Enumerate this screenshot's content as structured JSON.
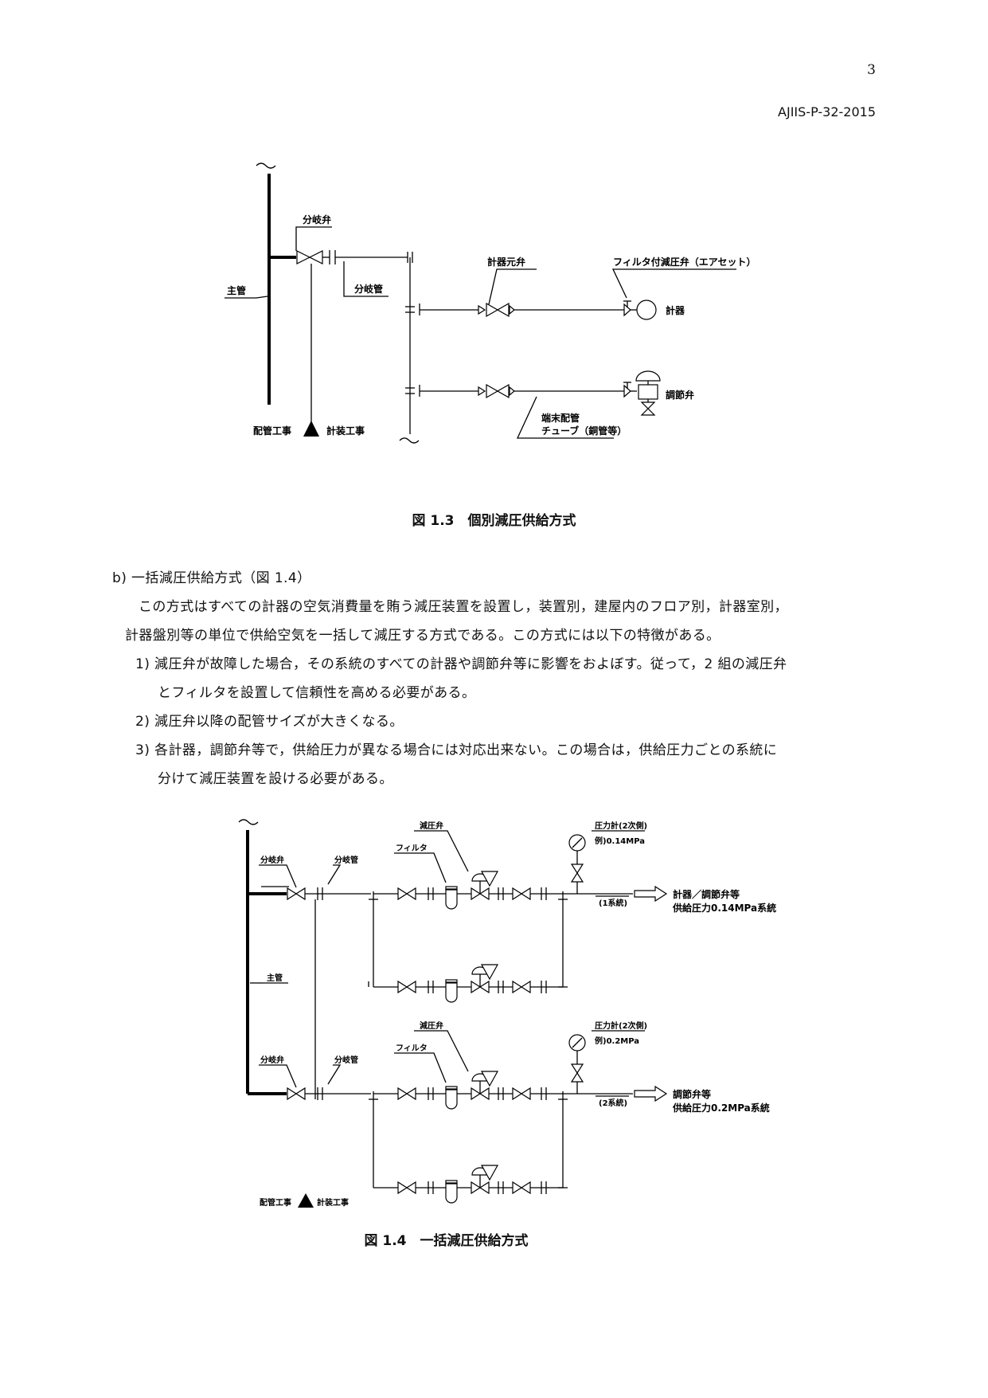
{
  "page_number": "3",
  "doc_id": "AJIIS-P-32-2015",
  "fig13": {
    "caption": "図 1.3　個別減圧供給方式",
    "labels": {
      "branch_valve": "分岐弁",
      "main_pipe": "主管",
      "branch_pipe": "分岐管",
      "instrument_root_valve": "計器元弁",
      "filter_regulator": "フィルタ付減圧弁（エアセット）",
      "instrument": "計器",
      "control_valve": "調節弁",
      "terminal_piping_1": "端末配管",
      "terminal_piping_2": "チューブ（銅管等）",
      "piping_work": "配管工事",
      "instrumentation_work": "計装工事"
    }
  },
  "section_b": {
    "heading": "b)  一括減圧供給方式（図 1.4）",
    "para_line1": "この方式はすべての計器の空気消費量を賄う減圧装置を設置し，装置別，建屋内のフロア別，計器室別，",
    "para_line2": "計器盤別等の単位で供給空気を一括して減圧する方式である。この方式には以下の特徴がある。",
    "item1_line1": "1)  減圧弁が故障した場合，その系統のすべての計器や調節弁等に影響をおよぼす。従って，2 組の減圧弁",
    "item1_line2": "とフィルタを設置して信頼性を高める必要がある。",
    "item2": "2)  減圧弁以降の配管サイズが大きくなる。",
    "item3_line1": "3)  各計器，調節弁等で，供給圧力が異なる場合には対応出来ない。この場合は，供給圧力ごとの系統に",
    "item3_line2": "分けて減圧装置を設ける必要がある。"
  },
  "fig14": {
    "caption": "図 1.4　一括減圧供給方式",
    "labels": {
      "branch_valve_1": "分岐弁",
      "branch_pipe_1": "分岐管",
      "pressure_reducing_valve_1": "減圧弁",
      "filter_1": "フィルタ",
      "pressure_gauge_1": "圧力計(2次側)",
      "pressure_example_1": "例)0.14MPa",
      "system_1": "(1系統)",
      "dest_1a": "計器／調節弁等",
      "dest_1b": "供給圧力0.14MPa系統",
      "main_pipe": "主管",
      "branch_valve_2": "分岐弁",
      "branch_pipe_2": "分岐管",
      "pressure_reducing_valve_2": "減圧弁",
      "filter_2": "フィルタ",
      "pressure_gauge_2": "圧力計(2次側)",
      "pressure_example_2": "例)0.2MPa",
      "system_2": "(2系統)",
      "dest_2a": "調節弁等",
      "dest_2b": "供給圧力0.2MPa系統",
      "piping_work": "配管工事",
      "instrumentation_work": "計装工事"
    }
  }
}
